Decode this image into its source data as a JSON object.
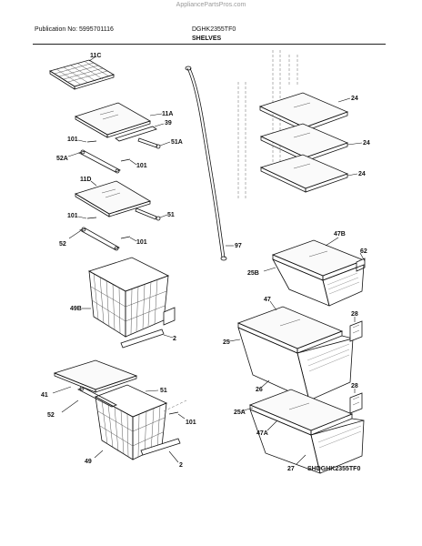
{
  "watermark": "AppliancePartsPros.com",
  "header": {
    "publication": "Publication No: 5995701116",
    "model": "DGHK2355TF0",
    "section": "SHELVES"
  },
  "callouts": {
    "c11C": "11C",
    "c11A": "11A",
    "c39": "39",
    "c101a": "101",
    "c51A": "51A",
    "c52A": "52A",
    "c101b": "101",
    "c11D": "11D",
    "c101c": "101",
    "c51a": "51",
    "c52a": "52",
    "c101d": "101",
    "c49B": "49B",
    "c2a": "2",
    "c41": "41",
    "c51b": "51",
    "c52b": "52",
    "c101e": "101",
    "c49": "49",
    "c2b": "2",
    "c97": "97",
    "c24a": "24",
    "c24b": "24",
    "c24c": "24",
    "c47B": "47B",
    "c62": "62",
    "c25B": "25B",
    "c47": "47",
    "c28a": "28",
    "c25": "25",
    "c26": "26",
    "c28b": "28",
    "c25A": "25A",
    "c47A": "47A",
    "c27": "27"
  },
  "drawing_code": "SHDGHK2355TF0"
}
